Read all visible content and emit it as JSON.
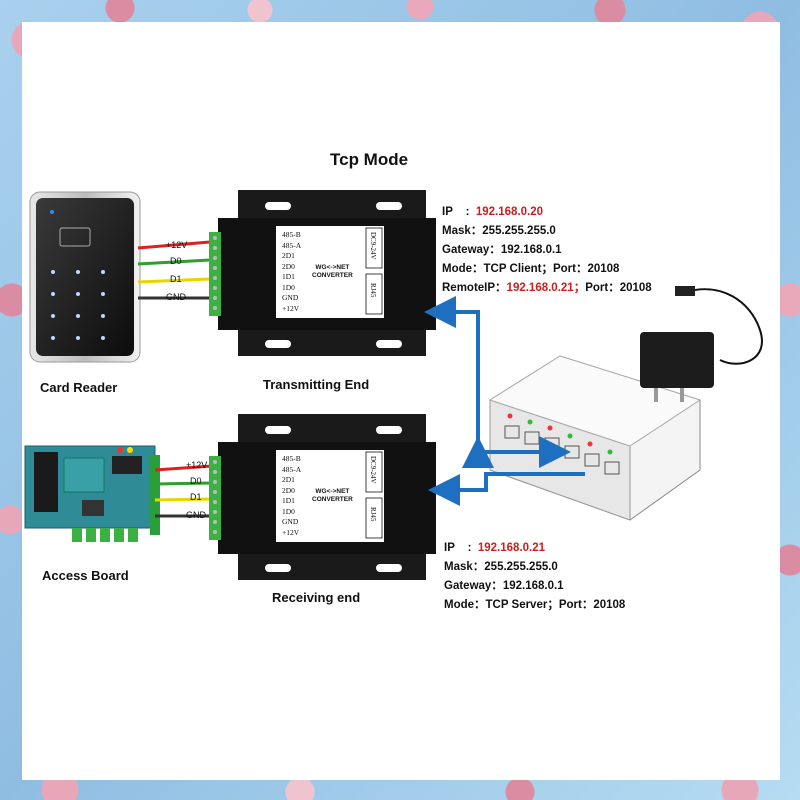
{
  "title": "Tcp Mode",
  "card_reader": {
    "caption": "Card Reader"
  },
  "access_board": {
    "caption": "Access Board"
  },
  "transmitting": {
    "caption": "Transmitting End"
  },
  "receiving": {
    "caption": "Receiving end"
  },
  "wires": {
    "p12v": "+12V",
    "d0": "D0",
    "d1": "D1",
    "gnd": "GND"
  },
  "converter": {
    "terminals": [
      "485-B",
      "485-A",
      "2D1",
      "2D0",
      "1D1",
      "1D0",
      "GND",
      "+12V"
    ],
    "label_line1": "WG<->NET",
    "label_line2": "CONVERTER",
    "power_label": "DC9-24V",
    "port_label": "RJ45"
  },
  "tx_info": {
    "ip_label": "IP",
    "ip_value": "192.168.0.20",
    "mask_label": "Mask：",
    "mask_value": "255.255.255.0",
    "gateway_label": "Gateway：",
    "gateway_value": "192.168.0.1",
    "mode_label": "Mode：",
    "mode_value": "TCP Client；",
    "port_label": "Port：",
    "port_value": "20108",
    "remote_label": "RemoteIP：",
    "remote_value": "192.168.0.21；",
    "remote_port_label": "Port：",
    "remote_port_value": "20108"
  },
  "rx_info": {
    "ip_label": "IP",
    "ip_value": "192.168.0.21",
    "mask_label": "Mask：",
    "mask_value": "255.255.255.0",
    "gateway_label": "Gateway：",
    "gateway_value": "192.168.0.1",
    "mode_label": "Mode：",
    "mode_value": "TCP Server；",
    "port_label": "Port：",
    "port_value": "20108"
  },
  "colors": {
    "red_wire": "#e02020",
    "green_wire": "#2f9e2f",
    "yellow_wire": "#e8d400",
    "black_wire": "#333333",
    "arrow": "#1f6fc0",
    "ip_red": "#d21b1b"
  }
}
